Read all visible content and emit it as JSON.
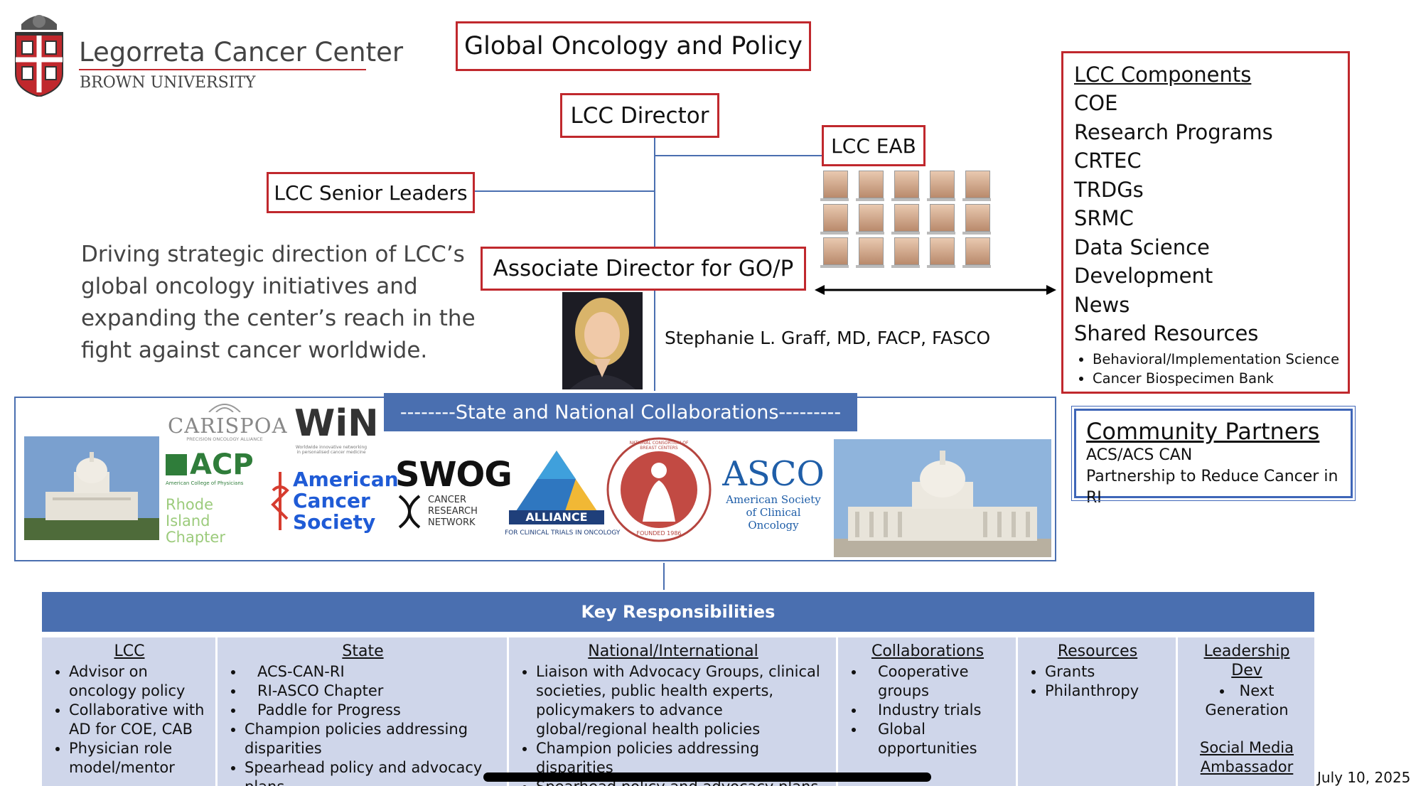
{
  "logo": {
    "name": "Legorreta Cancer Center",
    "university": "BROWN UNIVERSITY"
  },
  "title": "Global Oncology and Policy",
  "boxes": {
    "director": "LCC Director",
    "eab": "LCC EAB",
    "senior_leaders": "LCC Senior Leaders",
    "associate_director": "Associate Director for GO/P"
  },
  "mission": "Driving strategic direction of LCC’s global oncology initiatives and expanding the center’s reach in the fight against cancer worldwide.",
  "person": {
    "name": "Stephanie L. Graff, MD, FACP, FASCO"
  },
  "components": {
    "heading": "LCC Components",
    "items": [
      "COE",
      "Research Programs",
      "CRTEC",
      "TRDGs",
      "SRMC",
      "Data Science",
      "Development",
      "News",
      "Shared Resources"
    ],
    "shared_resources": [
      "Behavioral/Implementation Science",
      "Cancer Biospecimen Bank"
    ]
  },
  "community": {
    "heading": "Community Partners",
    "items": [
      "ACS/ACS CAN",
      "Partnership to Reduce Cancer in RI"
    ]
  },
  "collaborations": {
    "banner": "--------State and National Collaborations---------",
    "logos": {
      "caris_main": "CARISPOA",
      "caris_sub": "PRECISION ONCOLOGY ALLIANCE",
      "win_main": "WiN",
      "win_sub": "Worldwide innovative networking in personalised cancer medicine",
      "acp_main": "ACP",
      "acp_sub": "American College of Physicians",
      "acp_chapter": "Rhode Island Chapter",
      "acs": "American Cancer Society",
      "swog_main": "SWOG",
      "swog_sub": "CANCER RESEARCH NETWORK",
      "alliance_main": "ALLIANCE",
      "alliance_sub": "FOR CLINICAL TRIALS IN ONCOLOGY",
      "ncbc_ring": "NATIONAL CONSORTIUM OF BREAST CENTERS",
      "ncbc_founded": "FOUNDED 1986",
      "asco_main": "ASCO",
      "asco_sub": "American Society of Clinical Oncology"
    }
  },
  "responsibilities": {
    "banner": "Key Responsibilities",
    "columns": {
      "lcc": {
        "heading": "LCC",
        "items": [
          "Advisor on oncology policy",
          "Collaborative with AD for COE, CAB",
          "Physician role model/mentor"
        ]
      },
      "state": {
        "heading": "State",
        "items": [
          "ACS-CAN-RI",
          "RI-ASCO Chapter",
          "Paddle for Progress",
          "Champion policies addressing disparities",
          "Spearhead policy and advocacy plans"
        ]
      },
      "national": {
        "heading": "National/International",
        "items": [
          "Liaison with Advocacy Groups, clinical societies, public health experts, policymakers to advance global/regional health policies",
          "Champion policies addressing disparities",
          "Spearhead policy and advocacy plans"
        ]
      },
      "collab": {
        "heading": "Collaborations",
        "items": [
          "Cooperative groups",
          "Industry trials",
          "Global opportunities"
        ]
      },
      "resources": {
        "heading": "Resources",
        "items": [
          "Grants",
          "Philanthropy"
        ]
      },
      "leadership": {
        "heading": "Leadership Dev",
        "items": [
          "Next Generation"
        ],
        "extra": "Social Media Ambassador"
      }
    }
  },
  "date": "July 10, 2025"
}
